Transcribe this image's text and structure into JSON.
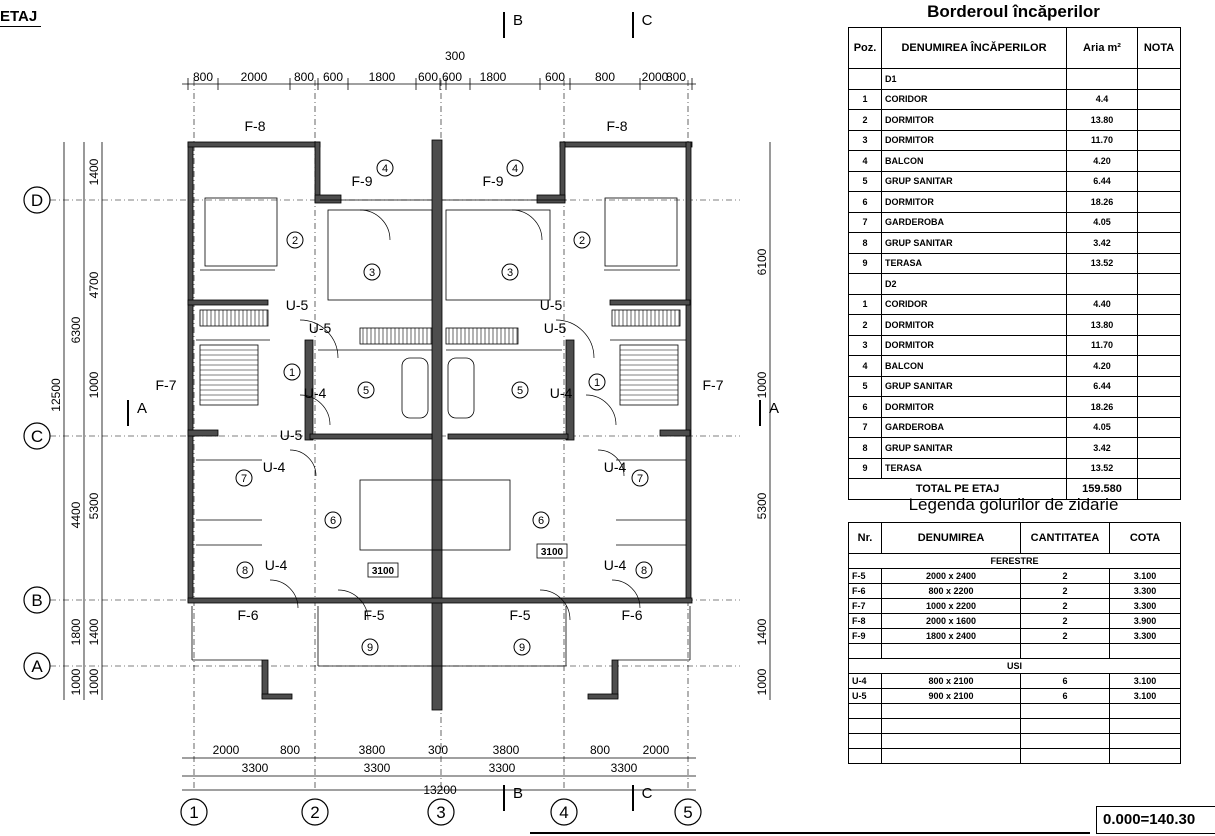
{
  "page_title": "ETAJ",
  "elevation": "0.000=140.30",
  "plan": {
    "top_dims": [
      "800",
      "2000",
      "800",
      "600",
      "1800",
      "600",
      "600",
      "1800",
      "600",
      "800",
      "2000",
      "800"
    ],
    "top_300": "300",
    "bottom_dims_1": [
      "2000",
      "800",
      "3800",
      "300",
      "3800",
      "800",
      "2000"
    ],
    "bottom_dims_2": [
      "3300",
      "3300",
      "3300",
      "3300"
    ],
    "bottom_total": "13200",
    "left_dims_outer": [
      "12500"
    ],
    "left_dims_mid": [
      "6300",
      "4400",
      "1800",
      "1000"
    ],
    "left_dims_inner": [
      "1400",
      "4700",
      "1000",
      "5300",
      "1400",
      "1000"
    ],
    "right_dims": [
      "6100",
      "1000",
      "5300",
      "1400",
      "1000"
    ],
    "axes_rows": [
      "D",
      "C",
      "B",
      "A"
    ],
    "axes_cols": [
      "1",
      "2",
      "3",
      "4",
      "5"
    ],
    "section_marks": [
      "A",
      "A",
      "B",
      "B",
      "C",
      "C"
    ],
    "windows": [
      "F-8",
      "F-8",
      "F-9",
      "F-9",
      "F-7",
      "F-7",
      "F-6",
      "F-6",
      "F-5",
      "F-5"
    ],
    "doors": [
      "U-5",
      "U-5",
      "U-5",
      "U-5",
      "U-5",
      "U-4",
      "U-4",
      "U-4",
      "U-4",
      "U-4",
      "U-4"
    ],
    "room_numbers": [
      "4",
      "4",
      "2",
      "3",
      "3",
      "2",
      "1",
      "5",
      "5",
      "1",
      "7",
      "7",
      "6",
      "6",
      "8",
      "8",
      "9",
      "9"
    ],
    "levels": [
      "3100",
      "3100"
    ]
  },
  "rooms_table": {
    "title": "Borderoul  încăperilor",
    "headers": [
      "Poz.",
      "DENUMIREA ÎNCĂPERILOR",
      "Aria m²",
      "NOTA"
    ],
    "rows": [
      [
        "",
        "D1",
        "",
        ""
      ],
      [
        "1",
        "CORIDOR",
        "4.4",
        ""
      ],
      [
        "2",
        "DORMITOR",
        "13.80",
        ""
      ],
      [
        "3",
        "DORMITOR",
        "11.70",
        ""
      ],
      [
        "4",
        "BALCON",
        "4.20",
        ""
      ],
      [
        "5",
        "GRUP SANITAR",
        "6.44",
        ""
      ],
      [
        "6",
        "DORMITOR",
        "18.26",
        ""
      ],
      [
        "7",
        "GARDEROBA",
        "4.05",
        ""
      ],
      [
        "8",
        "GRUP SANITAR",
        "3.42",
        ""
      ],
      [
        "9",
        "TERASA",
        "13.52",
        ""
      ],
      [
        "",
        "D2",
        "",
        ""
      ],
      [
        "1",
        "CORIDOR",
        "4.40",
        ""
      ],
      [
        "2",
        "DORMITOR",
        "13.80",
        ""
      ],
      [
        "3",
        "DORMITOR",
        "11.70",
        ""
      ],
      [
        "4",
        "BALCON",
        "4.20",
        ""
      ],
      [
        "5",
        "GRUP SANITAR",
        "6.44",
        ""
      ],
      [
        "6",
        "DORMITOR",
        "18.26",
        ""
      ],
      [
        "7",
        "GARDEROBA",
        "4.05",
        ""
      ],
      [
        "8",
        "GRUP SANITAR",
        "3.42",
        ""
      ],
      [
        "9",
        "TERASA",
        "13.52",
        ""
      ]
    ],
    "total_label": "TOTAL PE ETAJ",
    "total_value": "159.580"
  },
  "openings_table": {
    "title": "Legenda golurilor de zidarie",
    "headers": [
      "Nr.",
      "DENUMIREA",
      "CANTITATEA",
      "COTA"
    ],
    "group1": "FERESTRE",
    "windows": [
      [
        "F-5",
        "2000 x 2400",
        "2",
        "3.100"
      ],
      [
        "F-6",
        "800 x 2200",
        "2",
        "3.300"
      ],
      [
        "F-7",
        "1000 x 2200",
        "2",
        "3.300"
      ],
      [
        "F-8",
        "2000 x 1600",
        "2",
        "3.900"
      ],
      [
        "F-9",
        "1800 x 2400",
        "2",
        "3.300"
      ]
    ],
    "group2": "USI",
    "doors": [
      [
        "U-4",
        "800 x 2100",
        "6",
        "3.100"
      ],
      [
        "U-5",
        "900 x 2100",
        "6",
        "3.100"
      ]
    ]
  }
}
